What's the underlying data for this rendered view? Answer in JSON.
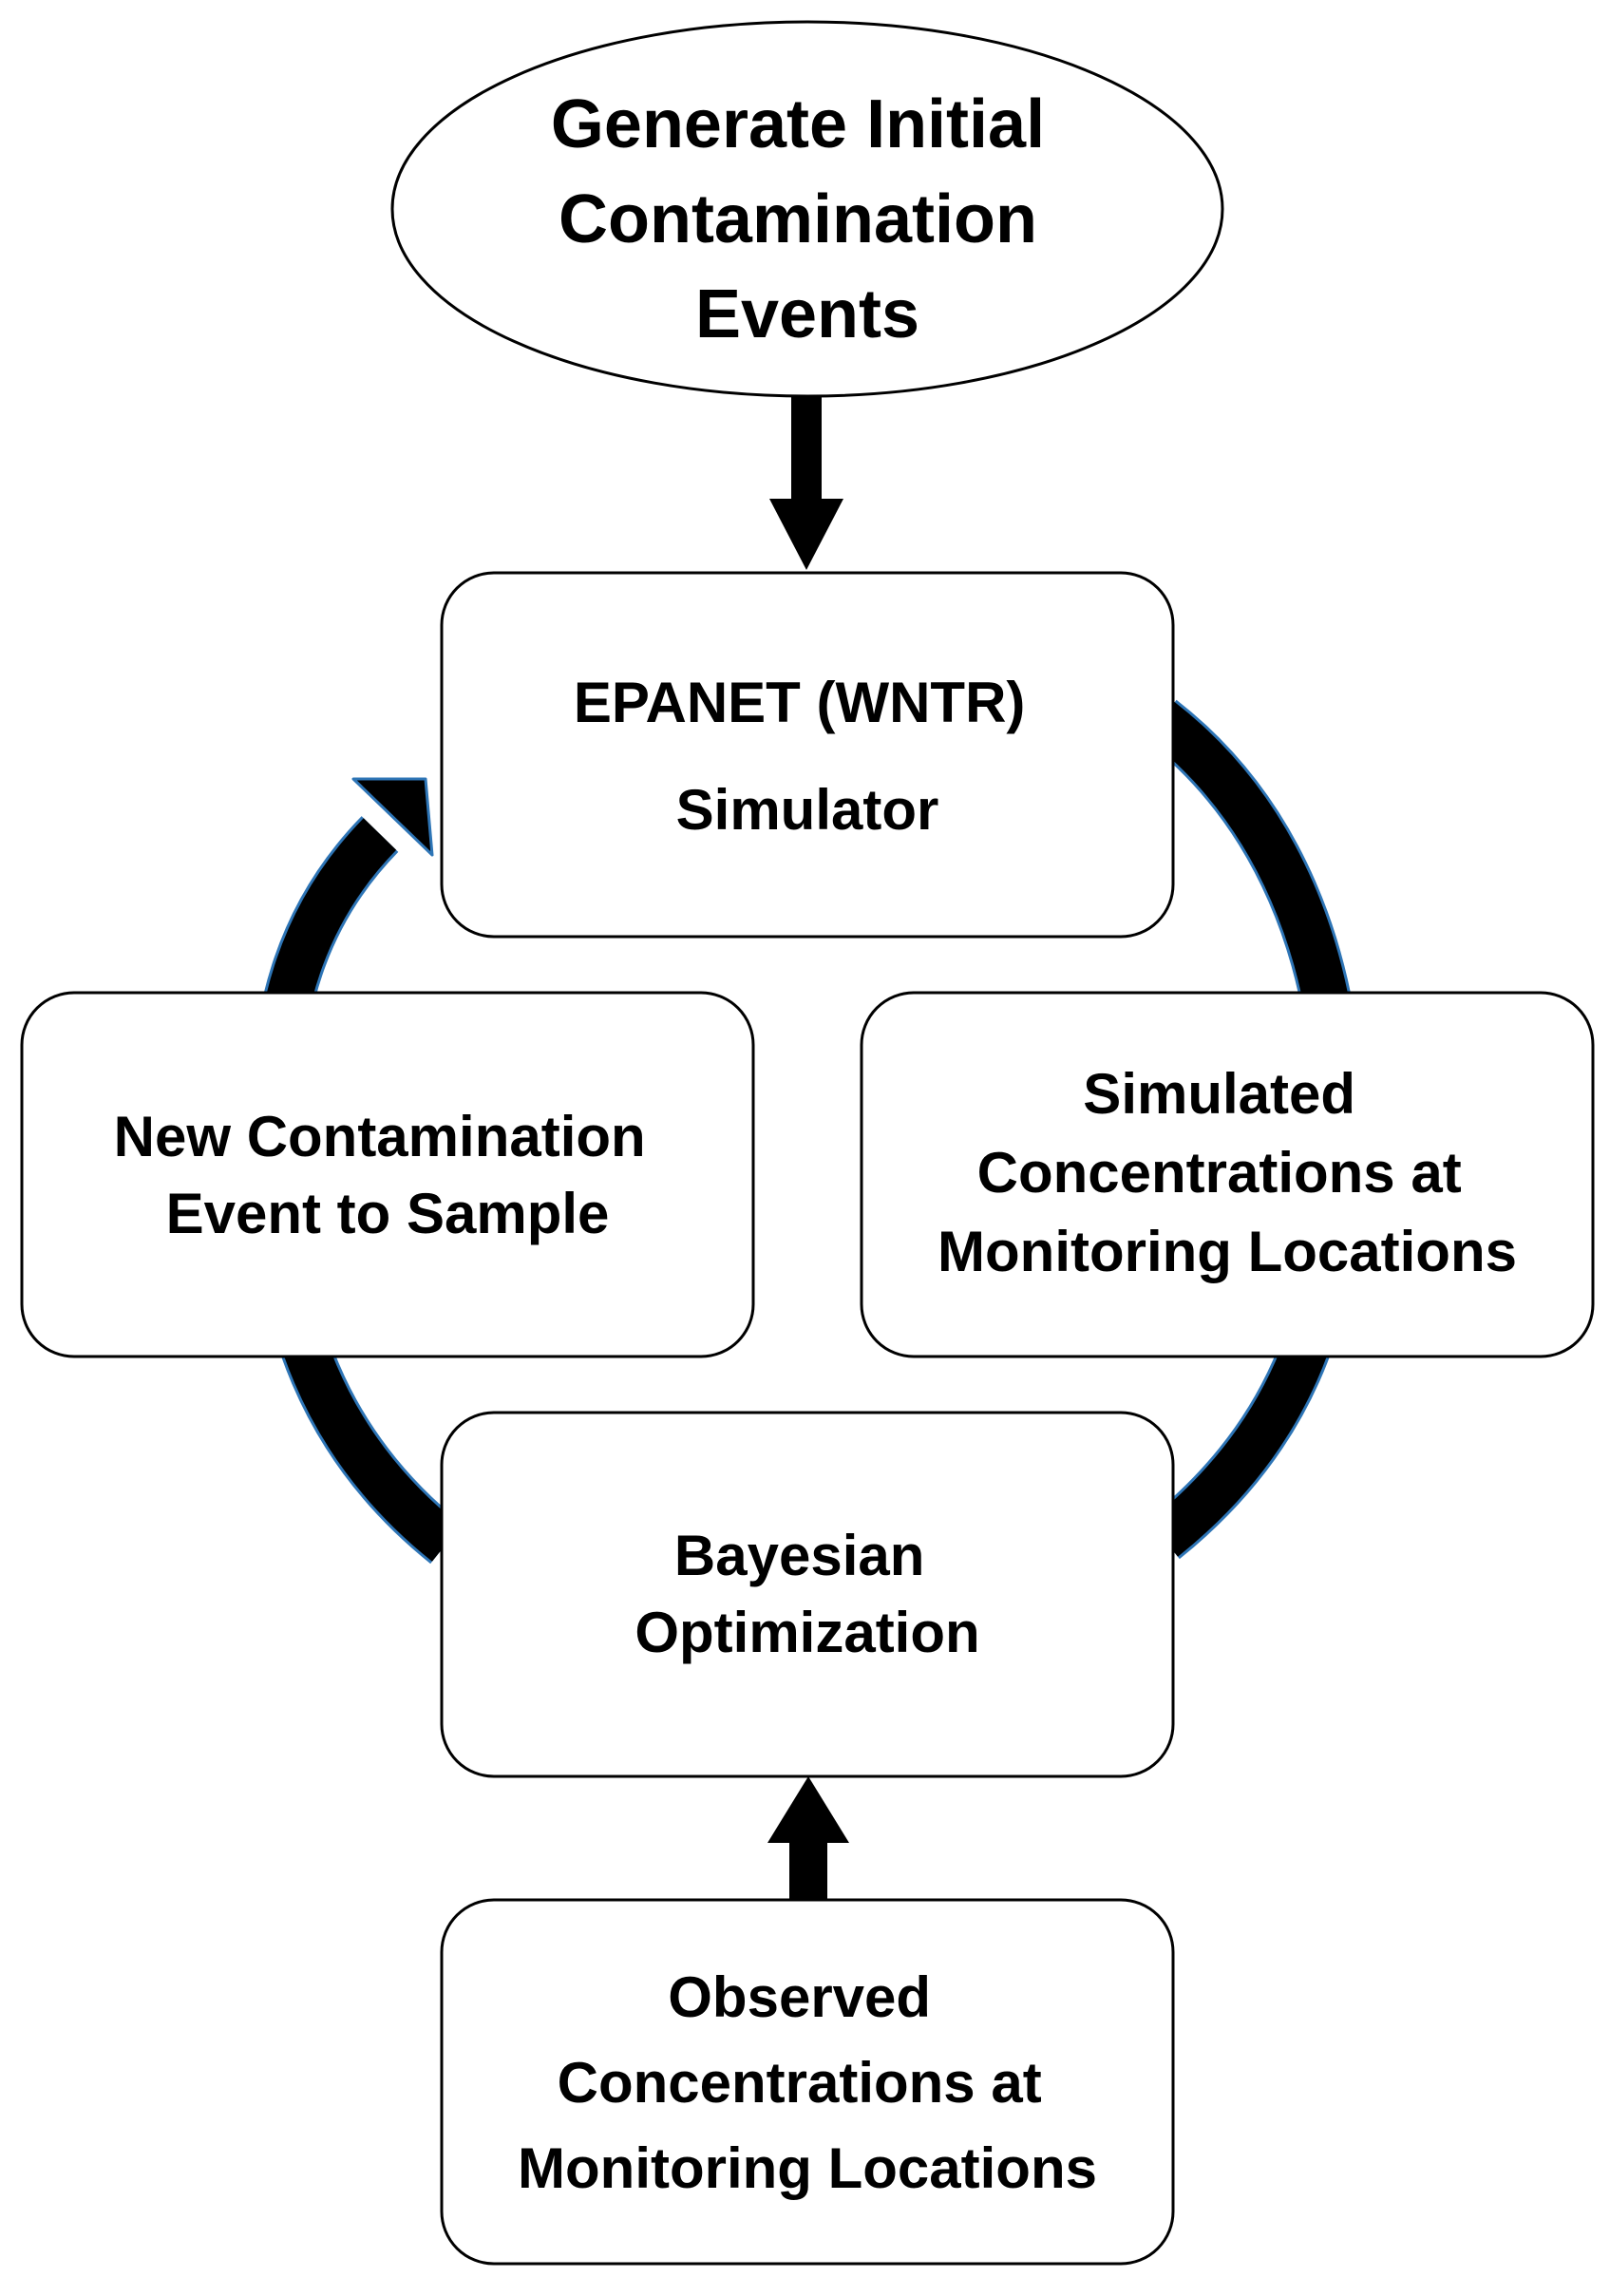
{
  "nodes": {
    "start": {
      "lines": [
        "Generate Initial",
        "Contamination",
        "Events"
      ]
    },
    "simulator": {
      "lines": [
        "EPANET (WNTR)",
        "Simulator"
      ]
    },
    "simulated": {
      "lines": [
        "Simulated",
        "Concentrations at",
        "Monitoring Locations"
      ]
    },
    "bayesian": {
      "lines": [
        "Bayesian",
        "Optimization"
      ]
    },
    "new_event": {
      "lines": [
        "New Contamination",
        "Event to Sample"
      ]
    },
    "observed": {
      "lines": [
        "Observed",
        "Concentrations at",
        "Monitoring Locations"
      ]
    }
  },
  "colors": {
    "stroke": "#000000",
    "cycle_arrow_outline": "#2e75b6",
    "fill": "#ffffff",
    "text": "#000000"
  }
}
